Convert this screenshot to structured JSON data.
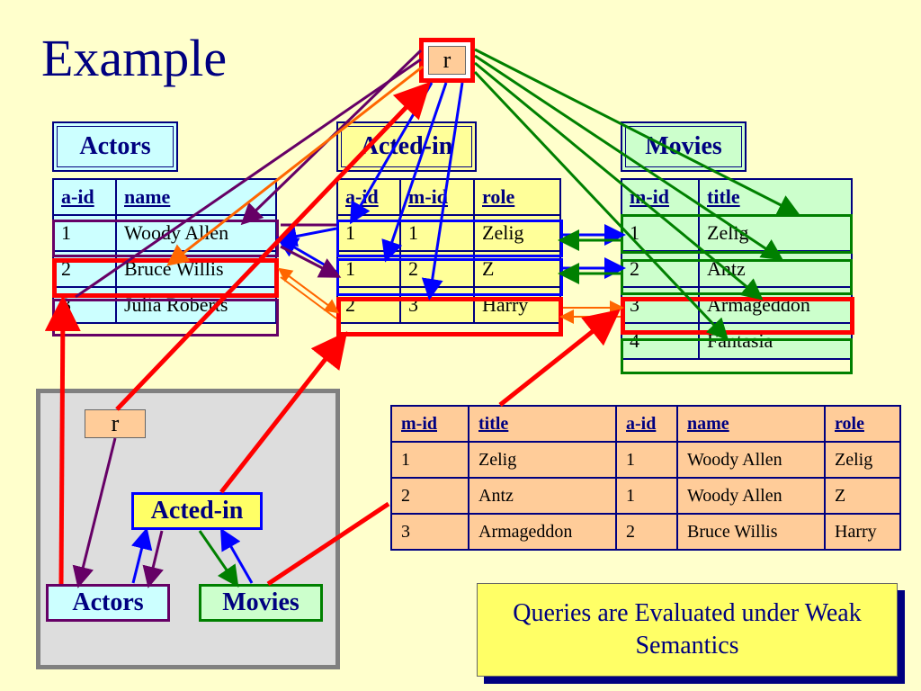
{
  "slide": {
    "title": "Example",
    "root_label": "r",
    "note": "Queries are Evaluated under Weak Semantics"
  },
  "actors": {
    "label": "Actors",
    "headers": [
      "a-id",
      "name"
    ],
    "rows": [
      [
        "1",
        "Woody Allen"
      ],
      [
        "2",
        "Bruce Willis"
      ],
      [
        "3",
        "Julia Roberts"
      ]
    ]
  },
  "acted_in": {
    "label": "Acted-in",
    "headers": [
      "a-id",
      "m-id",
      "role"
    ],
    "rows": [
      [
        "1",
        "1",
        "Zelig"
      ],
      [
        "1",
        "2",
        "Z"
      ],
      [
        "2",
        "3",
        "Harry"
      ]
    ]
  },
  "movies": {
    "label": "Movies",
    "headers": [
      "m-id",
      "title"
    ],
    "rows": [
      [
        "1",
        "Zelig"
      ],
      [
        "2",
        "Antz"
      ],
      [
        "3",
        "Armageddon"
      ],
      [
        "4",
        "Fantasia"
      ]
    ]
  },
  "schema": {
    "root": "r",
    "acted_in": "Acted-in",
    "actors": "Actors",
    "movies": "Movies"
  },
  "result": {
    "headers": [
      "m-id",
      "title",
      "a-id",
      "name",
      "role"
    ],
    "rows": [
      [
        "1",
        "Zelig",
        "1",
        "Woody Allen",
        "Zelig"
      ],
      [
        "2",
        "Antz",
        "1",
        "Woody Allen",
        "Z"
      ],
      [
        "3",
        "Armageddon",
        "2",
        "Bruce Willis",
        "Harry"
      ]
    ]
  },
  "colors": {
    "background": "#ffffcc",
    "highlight": "#ff0000",
    "actors_edge": "#660066",
    "acted_edge": "#0000ff",
    "movies_edge": "#008000",
    "join_edge": "#ff6600"
  }
}
